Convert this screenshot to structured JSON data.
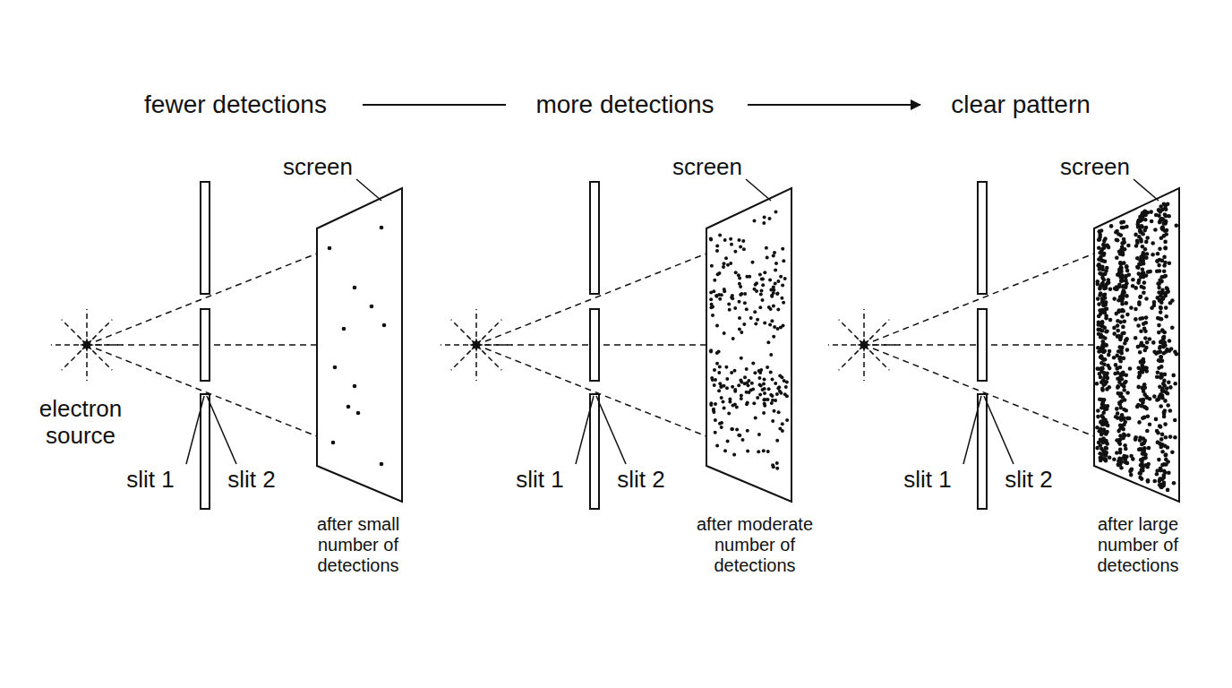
{
  "diagram": {
    "labels": [
      "fewer detections",
      "more detections",
      "clear pattern",
      "screen",
      "electron source",
      "slit 1",
      "slit 2",
      "after small number of detections",
      "screen",
      "slit 1",
      "slit 2",
      "after moderate number of detections",
      "screen",
      "slit 1",
      "slit 2",
      "after large number of detections"
    ]
  }
}
